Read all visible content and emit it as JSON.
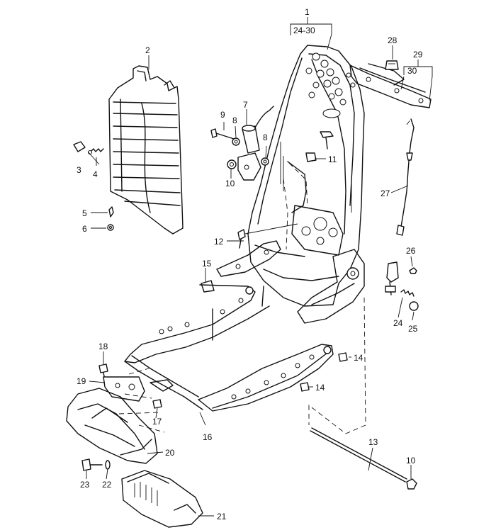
{
  "callouts": {
    "c1": "1",
    "c1_range": "24-30",
    "c2": "2",
    "c3": "3",
    "c4": "4",
    "c5": "5",
    "c6": "6",
    "c7": "7",
    "c8a": "8",
    "c8b": "8",
    "c9": "9",
    "c10a": "10",
    "c10b": "10",
    "c11": "11",
    "c12": "12",
    "c13": "13",
    "c14a": "14",
    "c14b": "14",
    "c15": "15",
    "c16": "16",
    "c17": "17",
    "c18": "18",
    "c19": "19",
    "c20": "20",
    "c21": "21",
    "c22": "22",
    "c23": "23",
    "c24": "24",
    "c25": "25",
    "c26": "26",
    "c27": "27",
    "c28": "28",
    "c29": "29",
    "c30": "30"
  }
}
